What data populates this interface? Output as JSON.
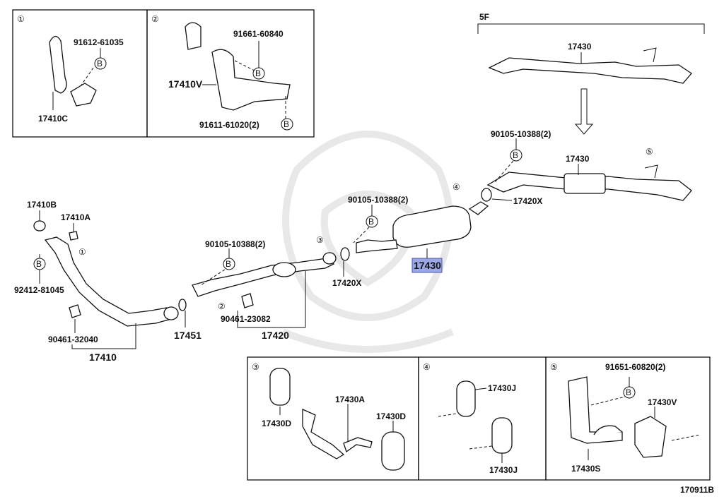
{
  "diagram_code": "170911B",
  "parts": {
    "front_pipe": "17410",
    "gasket_front": "17410B",
    "gasket_front_a": "17410A",
    "bracket_c": "17410C",
    "support_v": "17410V",
    "gasket_17451": "17451",
    "center_pipe": "17420",
    "gasket_x": "17420X",
    "tail_pipe": "17430",
    "mount_a": "17430A",
    "mount_d": "17430D",
    "mount_j": "17430J",
    "mount_s": "17430S",
    "mount_v": "17430V"
  },
  "fasteners": {
    "f1": "91612-61035",
    "f2": "91661-60840",
    "f3": "91611-61020(2)",
    "f4": "90105-10388(2)",
    "f5": "92412-81045",
    "f6": "90461-32040",
    "f7": "90461-23082",
    "f8": "91651-60820(2)"
  },
  "markers": {
    "c1": "①",
    "c2": "②",
    "c3": "③",
    "c4": "④",
    "c5": "⑤",
    "bolt": "B",
    "variant": "5F"
  }
}
